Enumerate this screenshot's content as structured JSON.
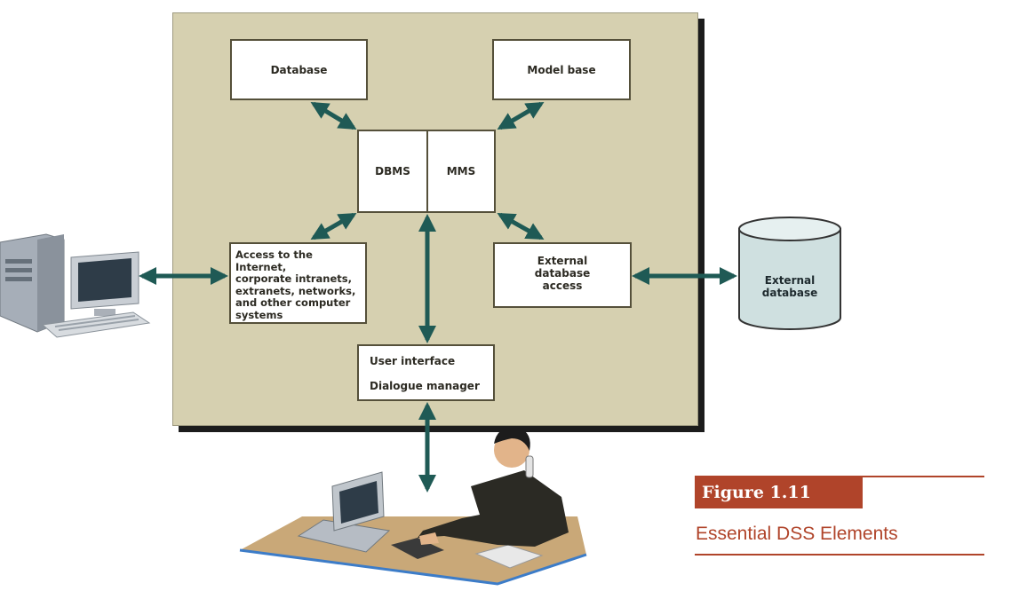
{
  "diagram": {
    "database": "Database",
    "model_base": "Model base",
    "dbms": "DBMS",
    "mms": "MMS",
    "access_lines": [
      "Access to the Internet,",
      "corporate intranets,",
      "extranets, networks,",
      "and other computer",
      "systems"
    ],
    "external_access_lines": [
      "External",
      "database",
      "access"
    ],
    "ui_line1": "User interface",
    "ui_line2": "Dialogue manager",
    "external_db_lines": [
      "External",
      "database"
    ]
  },
  "figure": {
    "number": "Figure 1.11",
    "caption": "Essential DSS Elements"
  },
  "colors": {
    "panel": "#d6d0b0",
    "arrow": "#1f5a55",
    "accent": "#b0442a",
    "cylinder": "#cfe0e0"
  }
}
